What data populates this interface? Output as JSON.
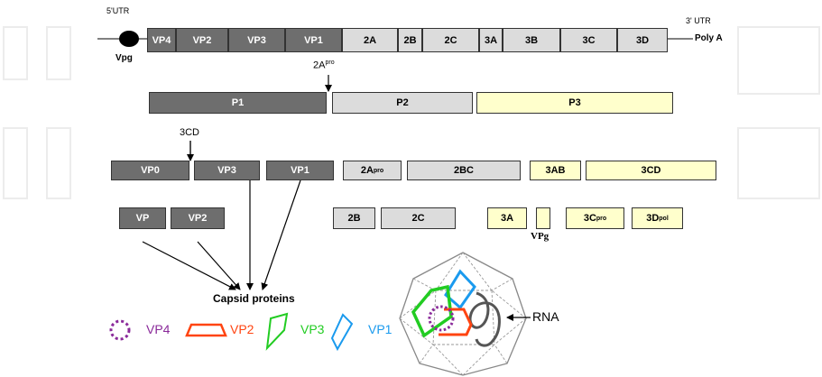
{
  "genome": {
    "utr5": "5'UTR",
    "utr3": "3' UTR",
    "vpg": "Vpg",
    "polya": "Poly A",
    "segments": [
      "VP4",
      "VP2",
      "VP3",
      "VP1",
      "2A",
      "2B",
      "2C",
      "3A",
      "3B",
      "3C",
      "3D"
    ]
  },
  "cleavage": {
    "label_main": "2A",
    "label_sup": "pro"
  },
  "polyproteins": {
    "p1": "P1",
    "p2": "P2",
    "p3": "P3"
  },
  "protease_3cd": "3CD",
  "level2": {
    "vp0": "VP0",
    "vp3": "VP3",
    "vp1": "VP1",
    "twoa_main": "2A",
    "twoa_sup": "pro",
    "twobc": "2BC",
    "threeab": "3AB",
    "threecd": "3CD"
  },
  "level3": {
    "vp": "VP",
    "vp2": "VP2",
    "twob": "2B",
    "twoc": "2C",
    "threea": "3A",
    "vpg": "VPg",
    "threec_main": "3C",
    "threec_sup": "pro",
    "threed_main": "3D",
    "threed_sup": "pol"
  },
  "capsid_label": "Capsid proteins",
  "legend": {
    "vp4": "VP4",
    "vp2": "VP2",
    "vp3": "VP3",
    "vp1": "VP1"
  },
  "rna_label": "RNA",
  "colors": {
    "dark": "#6e6e6e",
    "light": "#dcdcdc",
    "yellow": "#ffffcc",
    "vp4": "#8a2a9a",
    "vp2": "#ff4411",
    "vp3": "#22cc22",
    "vp1": "#1a9aee"
  }
}
